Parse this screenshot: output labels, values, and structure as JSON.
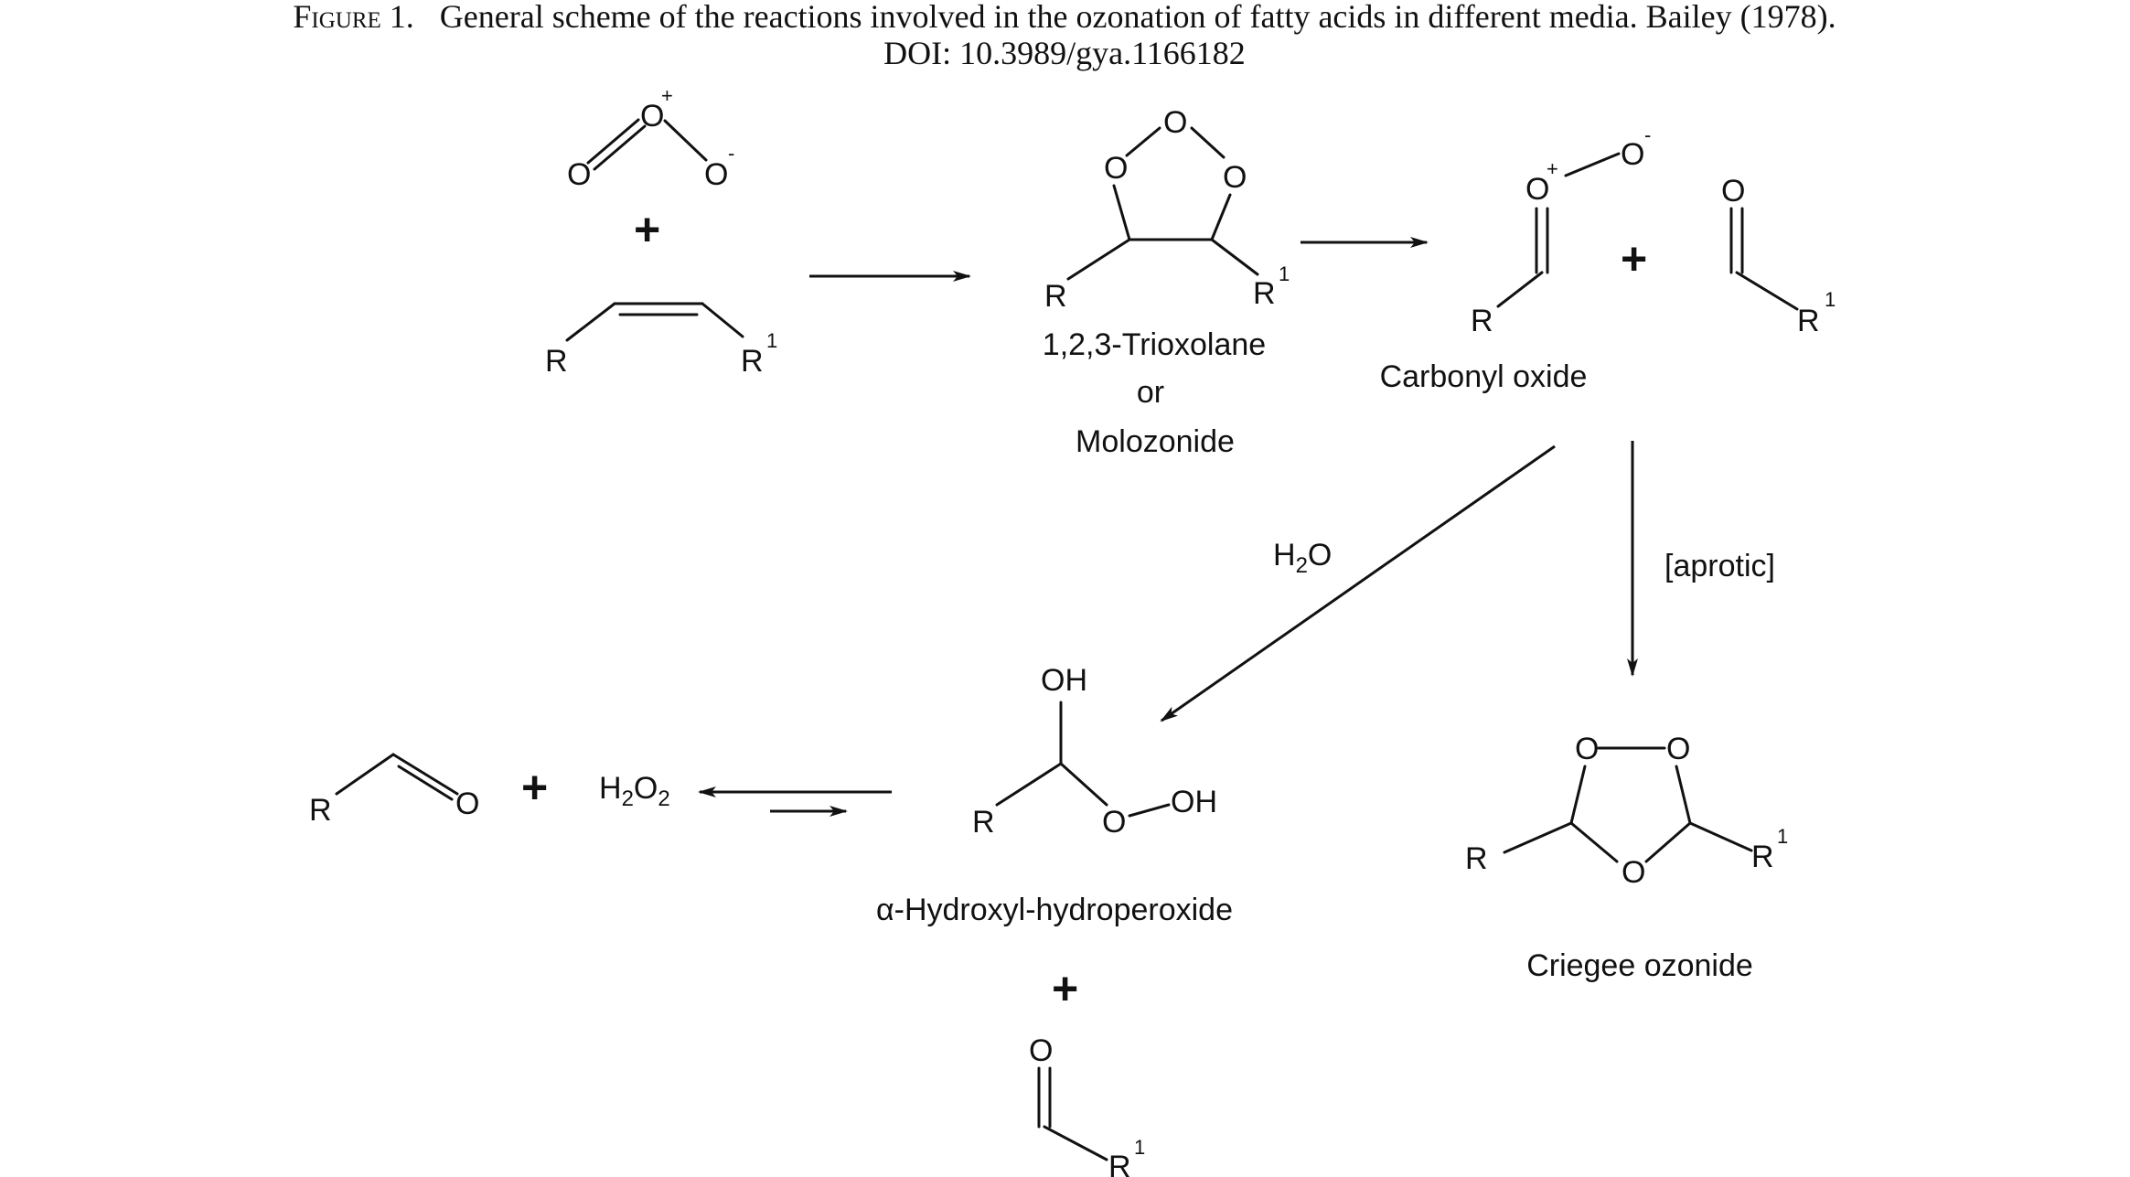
{
  "caption": {
    "figure_label": "Figure 1.",
    "text": "General scheme of the reactions involved in the ozonation of fatty acids in different media. Bailey (1978).",
    "doi": "DOI: 10.3989/gya.1166182"
  },
  "atoms": {
    "oxygen": "O",
    "r": "R",
    "r1_base": "R",
    "r1_sup": "1",
    "plus_charge": "+",
    "minus_charge": "-",
    "hydroxyl": "OH",
    "h": "H",
    "two": "2"
  },
  "compounds": {
    "trioxolane_line1": "1,2,3-Trioxolane",
    "trioxolane_line2": "or",
    "trioxolane_line3": "Molozonide",
    "carbonyl_oxide": "Carbonyl oxide",
    "hydroxyl_hydroperoxide": "α-Hydroxyl-hydroperoxide",
    "criegee_ozonide": "Criegee ozonide"
  },
  "conditions": {
    "water": "H2O",
    "aprotic": "[aprotic]"
  },
  "symbols": {
    "plus": "+"
  }
}
